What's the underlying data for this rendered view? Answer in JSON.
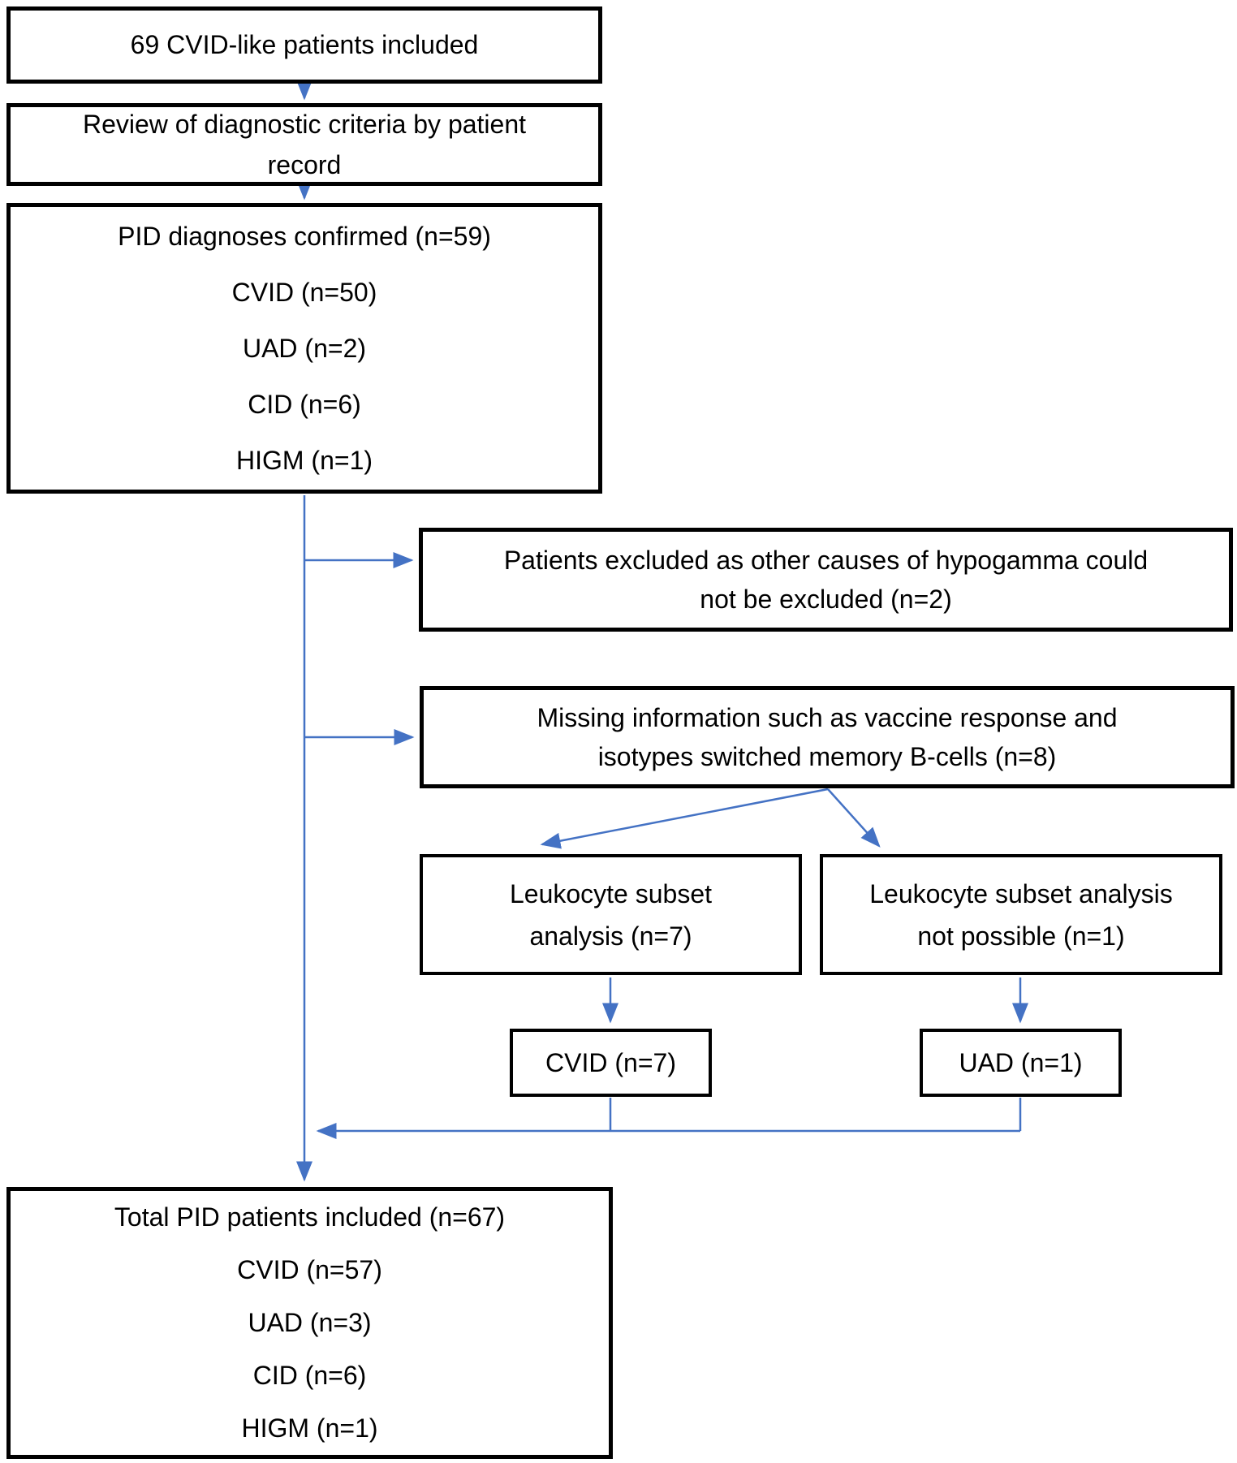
{
  "diagram": {
    "type": "flowchart",
    "colors": {
      "arrow": "#4472C4",
      "border": "#000000",
      "background": "#ffffff",
      "text": "#000000"
    },
    "boxes": {
      "included": {
        "lines": [
          "69 CVID-like patients included"
        ]
      },
      "review": {
        "lines": [
          "Review of diagnostic criteria by patient",
          "record"
        ]
      },
      "confirmed": {
        "lines": [
          "PID diagnoses confirmed (n=59)",
          "CVID (n=50)",
          "UAD (n=2)",
          "CID (n=6)",
          "HIGM (n=1)"
        ]
      },
      "excluded_hypogamma": {
        "lines": [
          "Patients excluded as other causes of hypogamma could",
          "not be excluded (n=2)"
        ]
      },
      "missing_info": {
        "lines": [
          "Missing information such as vaccine response and",
          "isotypes switched memory B-cells (n=8)"
        ]
      },
      "leukocyte_analysis": {
        "lines": [
          "Leukocyte subset",
          "analysis (n=7)"
        ]
      },
      "leukocyte_not_possible": {
        "lines": [
          "Leukocyte subset analysis",
          "not possible (n=1)"
        ]
      },
      "cvid7": {
        "lines": [
          "CVID (n=7)"
        ]
      },
      "uad1": {
        "lines": [
          "UAD (n=1)"
        ]
      },
      "total": {
        "lines": [
          "Total PID patients included (n=67)",
          "CVID (n=57)",
          "UAD (n=3)",
          "CID (n=6)",
          "HIGM (n=1)"
        ]
      }
    }
  }
}
